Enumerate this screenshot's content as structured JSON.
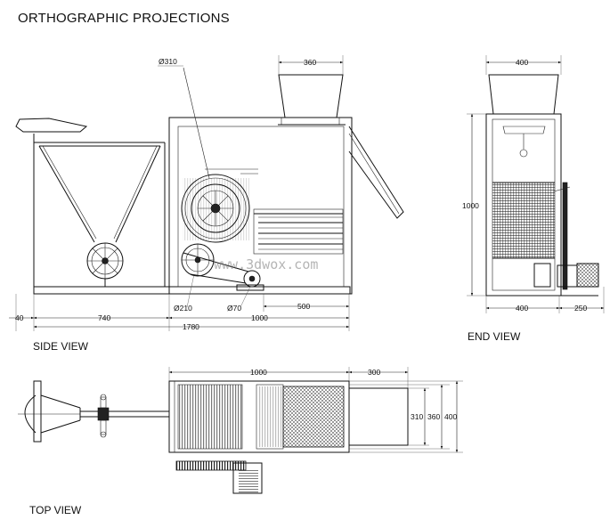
{
  "title": "ORTHOGRAPHIC PROJECTIONS",
  "views": {
    "side": "SIDE VIEW",
    "end": "END VIEW",
    "top": "TOP VIEW"
  },
  "dimensions": {
    "pulley_large": "Ø310",
    "hopper_top_side": "360",
    "hopper_top_end": "400",
    "pulley_small": "Ø210",
    "pulley_motor": "Ø70",
    "outlet_len": "500",
    "left_offset": "40",
    "feed_len": "740",
    "total_len": "1780",
    "body_len": "1000",
    "height": "1000",
    "end_base": "400",
    "end_motor": "250",
    "top_body_len": "1000",
    "top_chute_len": "300",
    "top_w1": "310",
    "top_w2": "360",
    "top_w3": "400"
  },
  "watermark": "www.3dwox.com"
}
